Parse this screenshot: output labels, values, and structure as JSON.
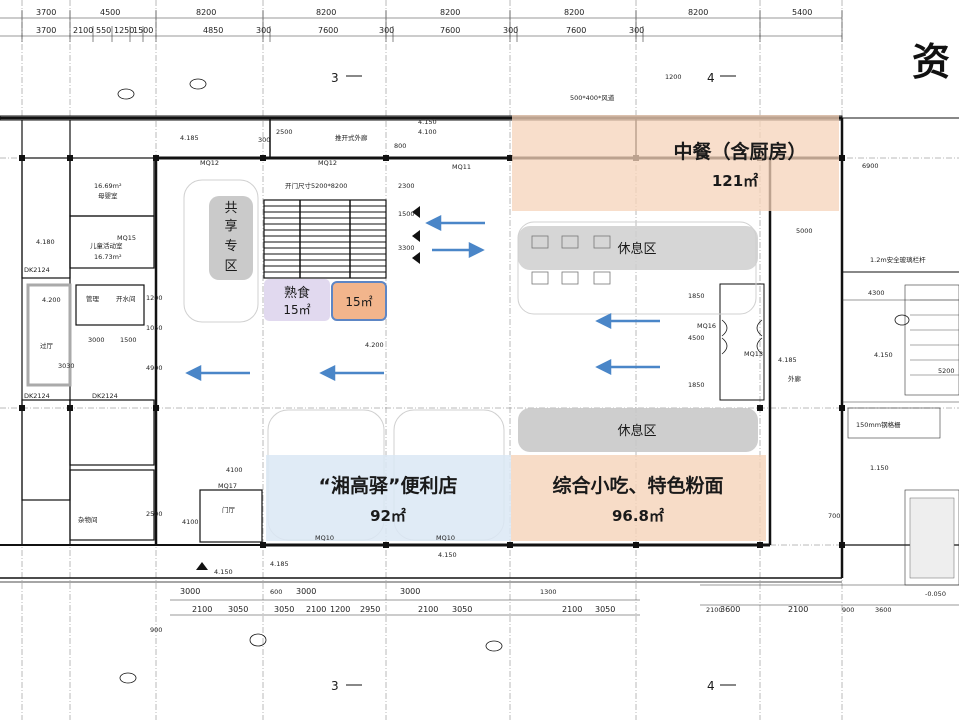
{
  "title_partial": "资",
  "top_dims_row1": [
    "3700",
    "4500",
    "8200",
    "8200",
    "8200",
    "8200",
    "8200",
    "5400"
  ],
  "top_dims_row2": [
    "3700",
    "2100",
    "550",
    "1250",
    "1500",
    "4850",
    "300",
    "7600",
    "300",
    "7600",
    "300",
    "7600",
    "300"
  ],
  "bottom_dims": [
    "3000",
    "3000",
    "3000",
    "2100",
    "3050",
    "2100",
    "3050",
    "1200",
    "2950",
    "2100",
    "3050",
    "2100",
    "3050",
    "3600",
    "2100"
  ],
  "axis_labels": {
    "top_3": "3",
    "top_4": "4",
    "bottom_3": "3",
    "bottom_4": "4"
  },
  "zones": {
    "chinese_restaurant": {
      "name": "中餐（含厨房）",
      "area": "121㎡"
    },
    "convenience_store": {
      "name": "“湘高驿”便利店",
      "area": "92㎡"
    },
    "snacks": {
      "name": "综合小吃、特色粉面",
      "area": "96.8㎡"
    },
    "shared_zone": {
      "chars": [
        "共",
        "享",
        "专",
        "区"
      ]
    },
    "deli": {
      "name": "熟食",
      "area": "15㎡"
    },
    "kiosk": {
      "area": "15㎡"
    },
    "rest_area_top": "休息区",
    "rest_area_bottom": "休息区"
  },
  "elevations": [
    "4.185",
    "4.150",
    "4.100",
    "4.200",
    "4.180",
    "4.200",
    "4.185",
    "4.150",
    "4.150",
    "4.185",
    "4.150",
    "1.150",
    "-0.050"
  ],
  "room_labels": [
    "16.69m²",
    "母婴室",
    "儿童活动室",
    "16.73m²",
    "过厅",
    "管理",
    "开水间",
    "MQ12",
    "MQ11",
    "MQ12",
    "MQ15",
    "MQ16",
    "MQ13",
    "MQ17",
    "MQ10",
    "MQ10",
    "DK2124",
    "DK2124",
    "DK2124",
    "门厅",
    "杂物间",
    "开门尺寸5200*8200",
    "500*400*风道",
    "1.2m安全玻璃栏杆",
    "150mm钢格栅",
    "外廊",
    "推开式外廊"
  ],
  "dims_misc": [
    "2500",
    "800",
    "2300",
    "1500",
    "3300",
    "6900",
    "5000",
    "4300",
    "5200",
    "1850",
    "4500",
    "1850",
    "4100",
    "4100",
    "2500",
    "4900",
    "3030",
    "1200",
    "1050",
    "3000",
    "1500",
    "300",
    "700",
    "900",
    "2100",
    "3600",
    "600",
    "1300",
    "1200",
    "900"
  ]
}
